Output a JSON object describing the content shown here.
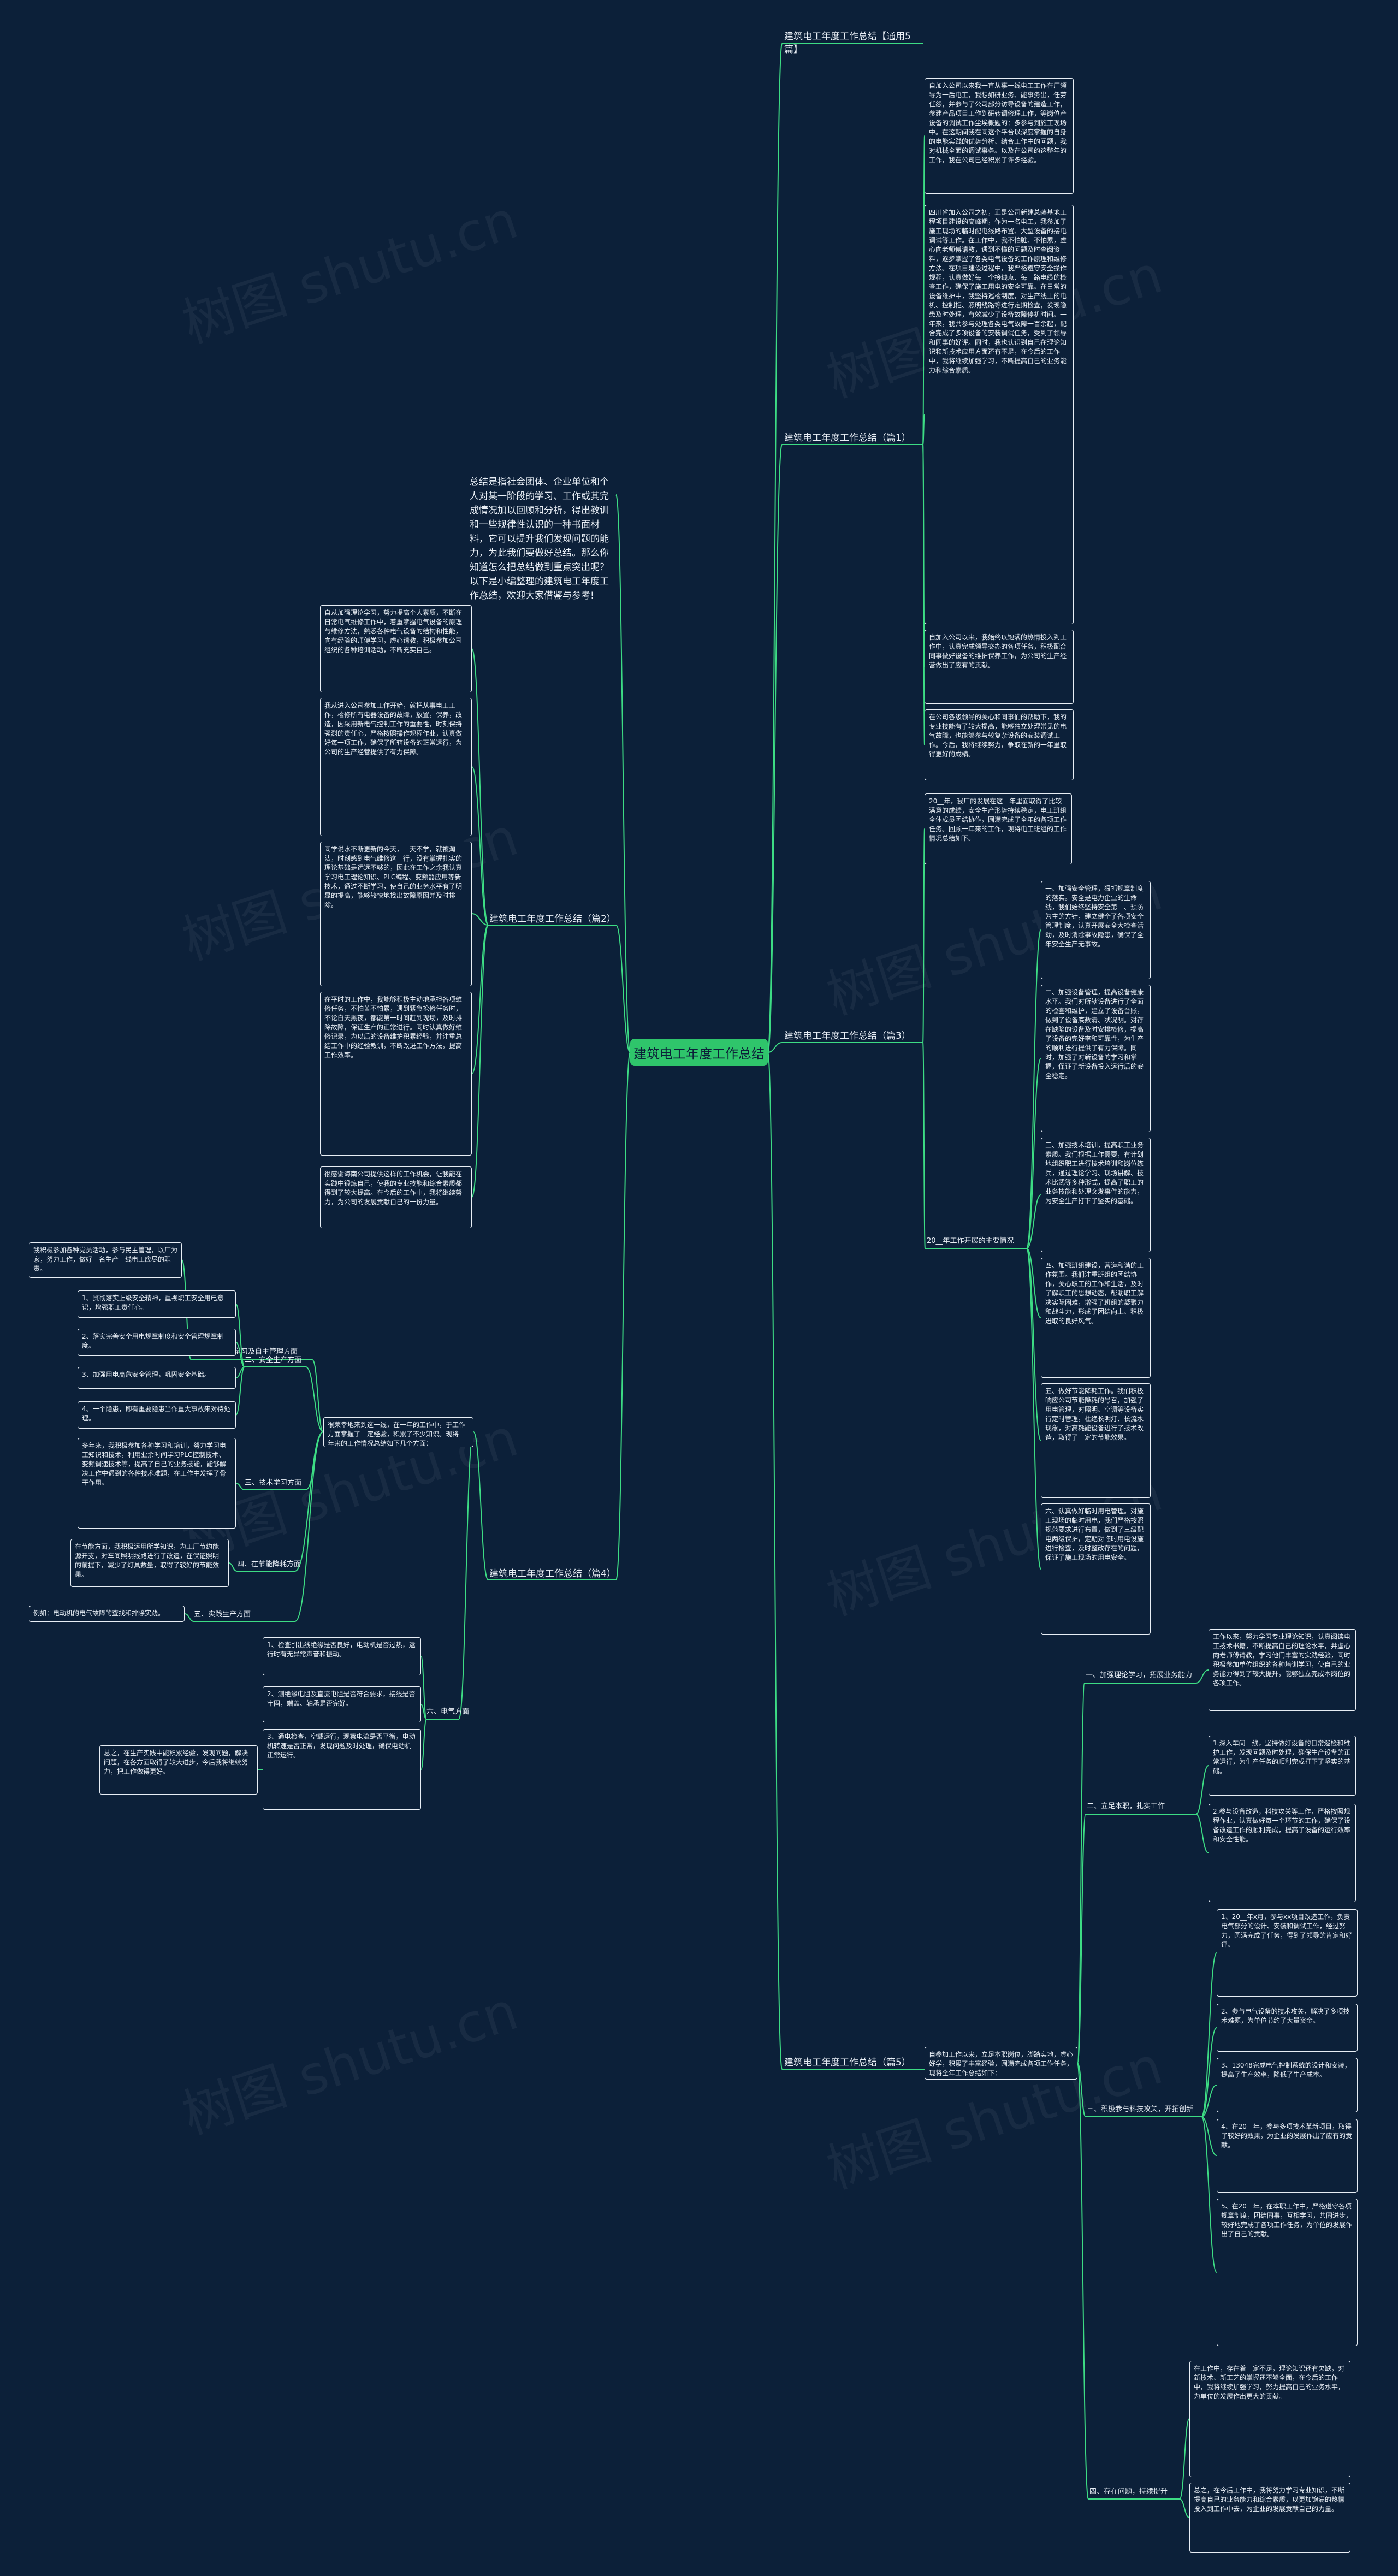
{
  "root": "建筑电工年度工作总结",
  "intro": "总结是指社会团体、企业单位和个人对某一阶段的学习、工作或其完成情况加以回顾和分析，得出教训和一些规律性认识的一种书面材料，它可以提升我们发现问题的能力，为此我们要做好总结。那么你知道怎么把总结做到重点突出呢？以下是小编整理的建筑电工年度工作总结，欢迎大家借鉴与参考!",
  "branches": {
    "b0": "建筑电工年度工作总结【通用5篇】",
    "b1": "建筑电工年度工作总结（篇1）",
    "b2": "建筑电工年度工作总结（篇2）",
    "b3": "建筑电工年度工作总结（篇3）",
    "b4": "建筑电工年度工作总结（篇4）",
    "b5": "建筑电工年度工作总结（篇5）"
  },
  "p1": [
    "自加入公司以来我一直从事一线电工工作在厂领导为一后电工，我想如研业务、能事务出，任劳任怨，并参与了公司部分访导设备的建造工作，参建产品项目工作到研转调修理工作，等岗位产设备的调试工作尘埃概题的：多参与到施工现场中。在这期间我在同这个平台以深度掌握的自身的电能实践的优势分析、结合工作中的问题，我对机械全面的调试事务。以及在公司的这整年的工作，我在公司已经积累了许多经验。",
    "四川省加入公司之初，正是公司新建总装基地工程项目建设的高峰期，作为一名电工，我参加了施工现场的临时配电线路布置、大型设备的接电调试等工作。在工作中，我不怕脏、不怕累，虚心向老师傅请教，遇到不懂的问题及时查阅资料，逐步掌握了各类电气设备的工作原理和维修方法。在项目建设过程中，我严格遵守安全操作规程，认真做好每一个接线点、每一路电缆的检查工作，确保了施工用电的安全可靠。在日常的设备维护中，我坚持巡检制度，对生产线上的电机、控制柜、照明线路等进行定期检查，发现隐患及时处理，有效减少了设备故障停机时间。一年来，我共参与处理各类电气故障一百余起，配合完成了多项设备的安装调试任务，受到了领导和同事的好评。同时，我也认识到自己在理论知识和新技术应用方面还有不足，在今后的工作中，我将继续加强学习，不断提高自己的业务能力和综合素质。",
    "自加入公司以来，我始终以饱满的热情投入到工作中，认真完成领导交办的各项任务，积极配合同事做好设备的维护保养工作，为公司的生产经营做出了应有的贡献。",
    "在公司各级领导的关心和同事们的帮助下，我的专业技能有了较大提高，能够独立处理常见的电气故障，也能够参与较复杂设备的安装调试工作。今后，我将继续努力，争取在新的一年里取得更好的成绩。"
  ],
  "p3": {
    "intro": "20__年，我厂的发展在这一年里面取得了比较满意的成绩，安全生产形势持续稳定，电工班组全体成员团结协作，圆满完成了全年的各项工作任务。回顾一年来的工作，现将电工班组的工作情况总结如下。",
    "main_label": "20__年工作开展的主要情况",
    "items": [
      "一、加强安全管理，狠抓规章制度的落实。安全是电力企业的生命线，我们始终坚持安全第一、预防为主的方针，建立健全了各项安全管理制度，认真开展安全大检查活动，及时消除事故隐患，确保了全年安全生产无事故。",
      "二、加强设备管理，提高设备健康水平。我们对所辖设备进行了全面的检查和维护，建立了设备台账，做到了设备底数清、状况明。对存在缺陷的设备及时安排检修，提高了设备的完好率和可靠性，为生产的顺利进行提供了有力保障。同时，加强了对新设备的学习和掌握，保证了新设备投入运行后的安全稳定。",
      "三、加强技术培训，提高职工业务素质。我们根据工作需要，有计划地组织职工进行技术培训和岗位练兵，通过理论学习、现场讲解、技术比武等多种形式，提高了职工的业务技能和处理突发事件的能力，为安全生产打下了坚实的基础。",
      "四、加强班组建设，营造和谐的工作氛围。我们注重班组的团结协作，关心职工的工作和生活，及时了解职工的思想动态，帮助职工解决实际困难，增强了班组的凝聚力和战斗力，形成了团结向上、积极进取的良好风气。",
      "五、做好节能降耗工作。我们积极响应公司节能降耗的号召，加强了用电管理，对照明、空调等设备实行定时管理，杜绝长明灯、长流水现象，对高耗能设备进行了技术改造，取得了一定的节能效果。",
      "六、认真做好临时用电管理。对施工现场的临时用电，我们严格按照规范要求进行布置，做到了三级配电两级保护，定期对临时用电设施进行检查，及时整改存在的问题，保证了施工现场的用电安全。"
    ]
  },
  "p2": [
    "自从加强理论学习，努力提高个人素质，不断在日常电气维修工作中，着重掌握电气设备的原理与维修方法，熟悉各种电气设备的结构和性能，向有经验的师傅学习，虚心请教，积极参加公司组织的各种培训活动，不断充实自己。",
    "我从进入公司参加工作开始，就把从事电工工作，检修所有电器设备的故障，放置，保养，改造，因采用新电气控制工作的重要性，时刻保持强烈的责任心，严格按照操作规程作业，认真做好每一项工作，确保了所辖设备的正常运行，为公司的生产经营提供了有力保障。",
    "同学说水不断更新的今天，一天不学，就被淘汰，时刻感到电气维修这一行，没有掌握扎实的理论基础是远远不够的，因此在工作之余我认真学习电工理论知识、PLC编程、变频器应用等新技术，通过不断学习，使自己的业务水平有了明显的提高，能够较快地找出故障原因并及时排除。",
    "在平时的工作中，我能够积极主动地承担各项维修任务，不怕苦不怕累，遇到紧急抢修任务时，不论白天黑夜，都能第一时间赶到现场，及时排除故障，保证生产的正常进行。同时认真做好维修记录，为以后的设备维护积累经验，并注重总结工作中的经验教训，不断改进工作方法，提高工作效率。",
    "很感谢海南公司提供这样的工作机会，让我能在实践中锻炼自己，使我的专业技能和综合素质都得到了较大提高。在今后的工作中，我将继续努力，为公司的发展贡献自己的一份力量。"
  ],
  "p4": {
    "intro": "很荣幸地来到这一线，在一年的工作中，于工作方面掌握了一定经验，积累了不少知识。现将一年来的工作情况总结如下几个方面：",
    "s1": "一、思想政治学习及自主管理方面",
    "s1_item": "我积极参加各种党员活动，参与民主管理，以厂为家，努力工作，做好一名生产一线电工应尽的职责。",
    "s2": "二、安全生产方面",
    "s2_items": [
      "1、贯彻落实上级安全精神，重视职工安全用电意识，增强职工责任心。",
      "2、落实完善安全用电规章制度和安全管理规章制度。",
      "3、加强用电高危安全管理，巩固安全基础。",
      "4、一个隐患，即有重要隐患当作重大事故来对待处理。"
    ],
    "s3": "三、技术学习方面",
    "s3_item": "多年来，我积极参加各种学习和培训，努力学习电工知识和技术，利用业余时间学习PLC控制技术、变频调速技术等，提高了自己的业务技能，能够解决工作中遇到的各种技术难题，在工作中发挥了骨干作用。",
    "s4": "四、在节能降耗方面",
    "s4_item": "在节能方面，我积极运用所学知识，为工厂节约能源开支，对车间照明线路进行了改造，在保证照明的前提下，减少了灯具数量，取得了较好的节能效果。",
    "s5": "五、实践生产方面",
    "s5_item": "例如：电动机的电气故障的查找和排除实践。",
    "s6": "六、电气方面",
    "s6_items": [
      "1、检查引出线绝缘是否良好，电动机是否过热，运行时有无异常声音和振动。",
      "2、测绝缘电阻及直流电阻是否符合要求，接线是否牢固，端盖、轴承是否完好。",
      "3、通电检查，空载运行，观察电流是否平衡，电动机转速是否正常，发现问题及时处理，确保电动机正常运行。"
    ],
    "s6_extra": "总之，在生产实践中能积累经验，发现问题，解决问题，在各方面取得了较大进步，今后我将继续努力，把工作做得更好。"
  },
  "p5": {
    "intro": "自参加工作以来，立足本职岗位，脚踏实地，虚心好学，积累了丰富经验，圆满完成各项工作任务，现将全年工作总结如下：",
    "subs": [
      "一、加强理论学习，拓展业务能力",
      "二、立足本职，扎实工作",
      "三、积极参与科技攻关，开拓创新",
      "四、存在问题，持续提升"
    ],
    "items1": [
      "工作以来，努力学习专业理论知识，认真阅读电工技术书籍，不断提高自己的理论水平，并虚心向老师傅请教，学习他们丰富的实践经验，同时积极参加单位组织的各种培训学习，使自己的业务能力得到了较大提升，能够独立完成本岗位的各项工作。"
    ],
    "items2": [
      "1.深入车间一线，坚持做好设备的日常巡检和维护工作，发现问题及时处理，确保生产设备的正常运行，为生产任务的顺利完成打下了坚实的基础。",
      "2.参与设备改造，科技攻关等工作，严格按照规程作业，认真做好每一个环节的工作，确保了设备改造工作的顺利完成，提高了设备的运行效率和安全性能。"
    ],
    "items3": [
      "1、20__年x月，参与xx项目改造工作，负责电气部分的设计、安装和调试工作，经过努力，圆满完成了任务，得到了领导的肯定和好评。",
      "2、参与电气设备的技术攻关，解决了多项技术难题，为单位节约了大量资金。",
      "3、13048完成电气控制系统的设计和安装，提高了生产效率，降低了生产成本。",
      "4、在20__年，参与多项技术革新项目，取得了较好的效果，为企业的发展作出了应有的贡献。",
      "5、在20__年，在本职工作中，严格遵守各项规章制度，团结同事，互相学习，共同进步，较好地完成了各项工作任务，为单位的发展作出了自己的贡献。"
    ],
    "items4": [
      "在工作中，存在着一定不足，理论知识还有欠缺，对新技术、新工艺的掌握还不够全面，在今后的工作中，我将继续加强学习，努力提高自己的业务水平，为单位的发展作出更大的贡献。",
      "总之，在今后工作中，我将努力学习专业知识，不断提高自己的业务能力和综合素质，以更加饱满的热情投入到工作中去，为企业的发展贡献自己的力量。"
    ]
  },
  "watermark": "树图 shutu.cn"
}
